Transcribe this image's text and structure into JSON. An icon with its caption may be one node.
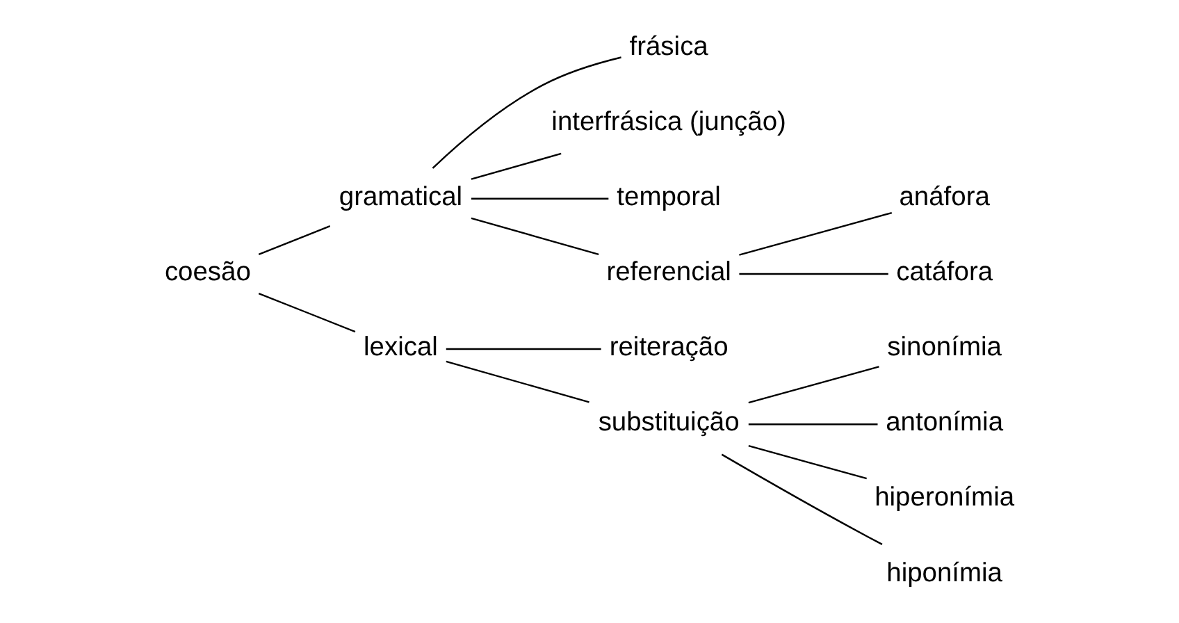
{
  "diagram": {
    "nodes": [
      {
        "text": [
          "coesão"
        ]
      },
      {
        "text": [
          "gramatical"
        ]
      },
      {
        "text": [
          "lexical"
        ]
      },
      {
        "text": [
          "frásica"
        ]
      },
      {
        "text": [
          "interfrásica (junção)"
        ]
      },
      {
        "text": [
          "temporal"
        ]
      },
      {
        "text": [
          "referencial"
        ]
      },
      {
        "text": [
          "anáfora"
        ]
      },
      {
        "text": [
          "catáfora"
        ]
      },
      {
        "text": [
          "reiteração"
        ]
      },
      {
        "text": [
          "substituição"
        ]
      },
      {
        "text": [
          "sinonímia"
        ]
      },
      {
        "text": [
          "antonímia"
        ]
      },
      {
        "text": [
          "hiperonímia"
        ]
      },
      {
        "text": [
          "hiponímia"
        ]
      }
    ],
    "edges": [
      {
        "from": 0,
        "to": 1,
        "arrow": "none"
      },
      {
        "from": 0,
        "to": 2,
        "arrow": "none"
      },
      {
        "from": 1,
        "to": 3,
        "arrow": "none"
      },
      {
        "from": 1,
        "to": 4,
        "arrow": "none"
      },
      {
        "from": 1,
        "to": 5,
        "arrow": "none"
      },
      {
        "from": 1,
        "to": 6,
        "arrow": "none"
      },
      {
        "from": 6,
        "to": 7,
        "arrow": "none"
      },
      {
        "from": 6,
        "to": 8,
        "arrow": "none"
      },
      {
        "from": 2,
        "to": 9,
        "arrow": "none"
      },
      {
        "from": 2,
        "to": 10,
        "arrow": "none"
      },
      {
        "from": 10,
        "to": 11,
        "arrow": "none"
      },
      {
        "from": 10,
        "to": 12,
        "arrow": "none"
      },
      {
        "from": 10,
        "to": 13,
        "arrow": "none"
      },
      {
        "from": 10,
        "to": 14,
        "arrow": "none"
      }
    ]
  }
}
